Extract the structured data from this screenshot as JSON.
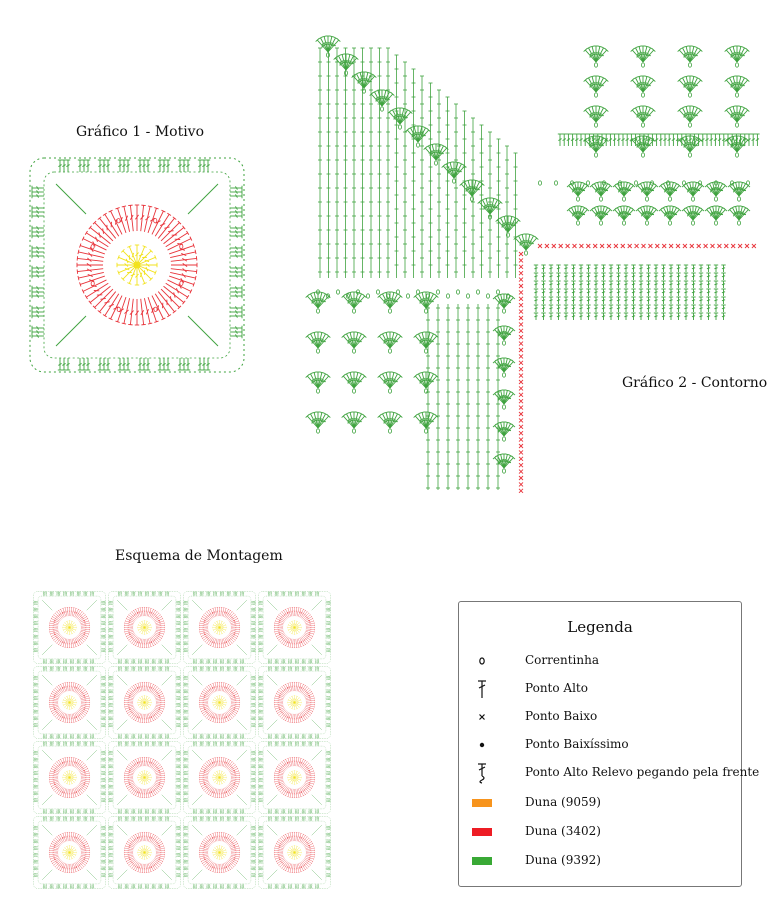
{
  "titles": {
    "motif": "Gráfico 1 - Motivo",
    "contour": "Gráfico 2 - Contorno",
    "assembly": "Esquema de Montagem"
  },
  "legend": {
    "title": "Legenda",
    "items": [
      {
        "symbol": "chain-symbol",
        "label": "Correntinha"
      },
      {
        "symbol": "double-crochet-symbol",
        "label": "Ponto Alto"
      },
      {
        "symbol": "single-crochet-symbol",
        "label": "Ponto Baixo"
      },
      {
        "symbol": "slip-stitch-symbol",
        "label": "Ponto Baixíssimo"
      },
      {
        "symbol": "front-post-double-crochet-symbol",
        "label": "Ponto Alto Relevo pegando pela frente"
      },
      {
        "symbol": "color-swatch",
        "label": "Duna (9059)",
        "color": "#f7941d"
      },
      {
        "symbol": "color-swatch",
        "label": "Duna (3402)",
        "color": "#ed1c24"
      },
      {
        "symbol": "color-swatch",
        "label": "Duna (9392)",
        "color": "#39a935"
      }
    ]
  },
  "colors": {
    "yellow": "#f2e21b",
    "red": "#e8333a",
    "green": "#3fa33f",
    "ink": "#111111",
    "border": "#777777"
  }
}
